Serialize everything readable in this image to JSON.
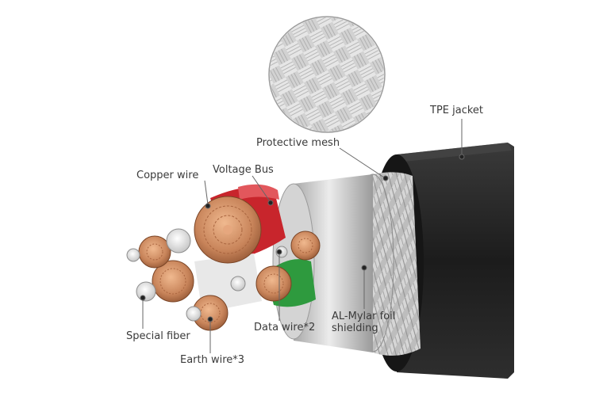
{
  "labels": {
    "copper_wire": "Copper wire",
    "voltage_bus": "Voltage Bus",
    "protective_mesh": "Protective mesh",
    "tpe_jacket": "TPE jacket",
    "special_fiber": "Special fiber",
    "earth_wire": "Earth wire*3",
    "data_wire": "Data wire*2",
    "foil_line1": "AL-Mylar foil",
    "foil_line2": "shielding"
  },
  "colors": {
    "jacket": "#232323",
    "mesh": "#b9b9b9",
    "foil": "#c4c4c4",
    "voltage_bus": "#c8252c",
    "data_wire": "#2e9a3e",
    "copper": "#c8845a",
    "fiber": "#e6e6e6",
    "leader": "#666666"
  }
}
